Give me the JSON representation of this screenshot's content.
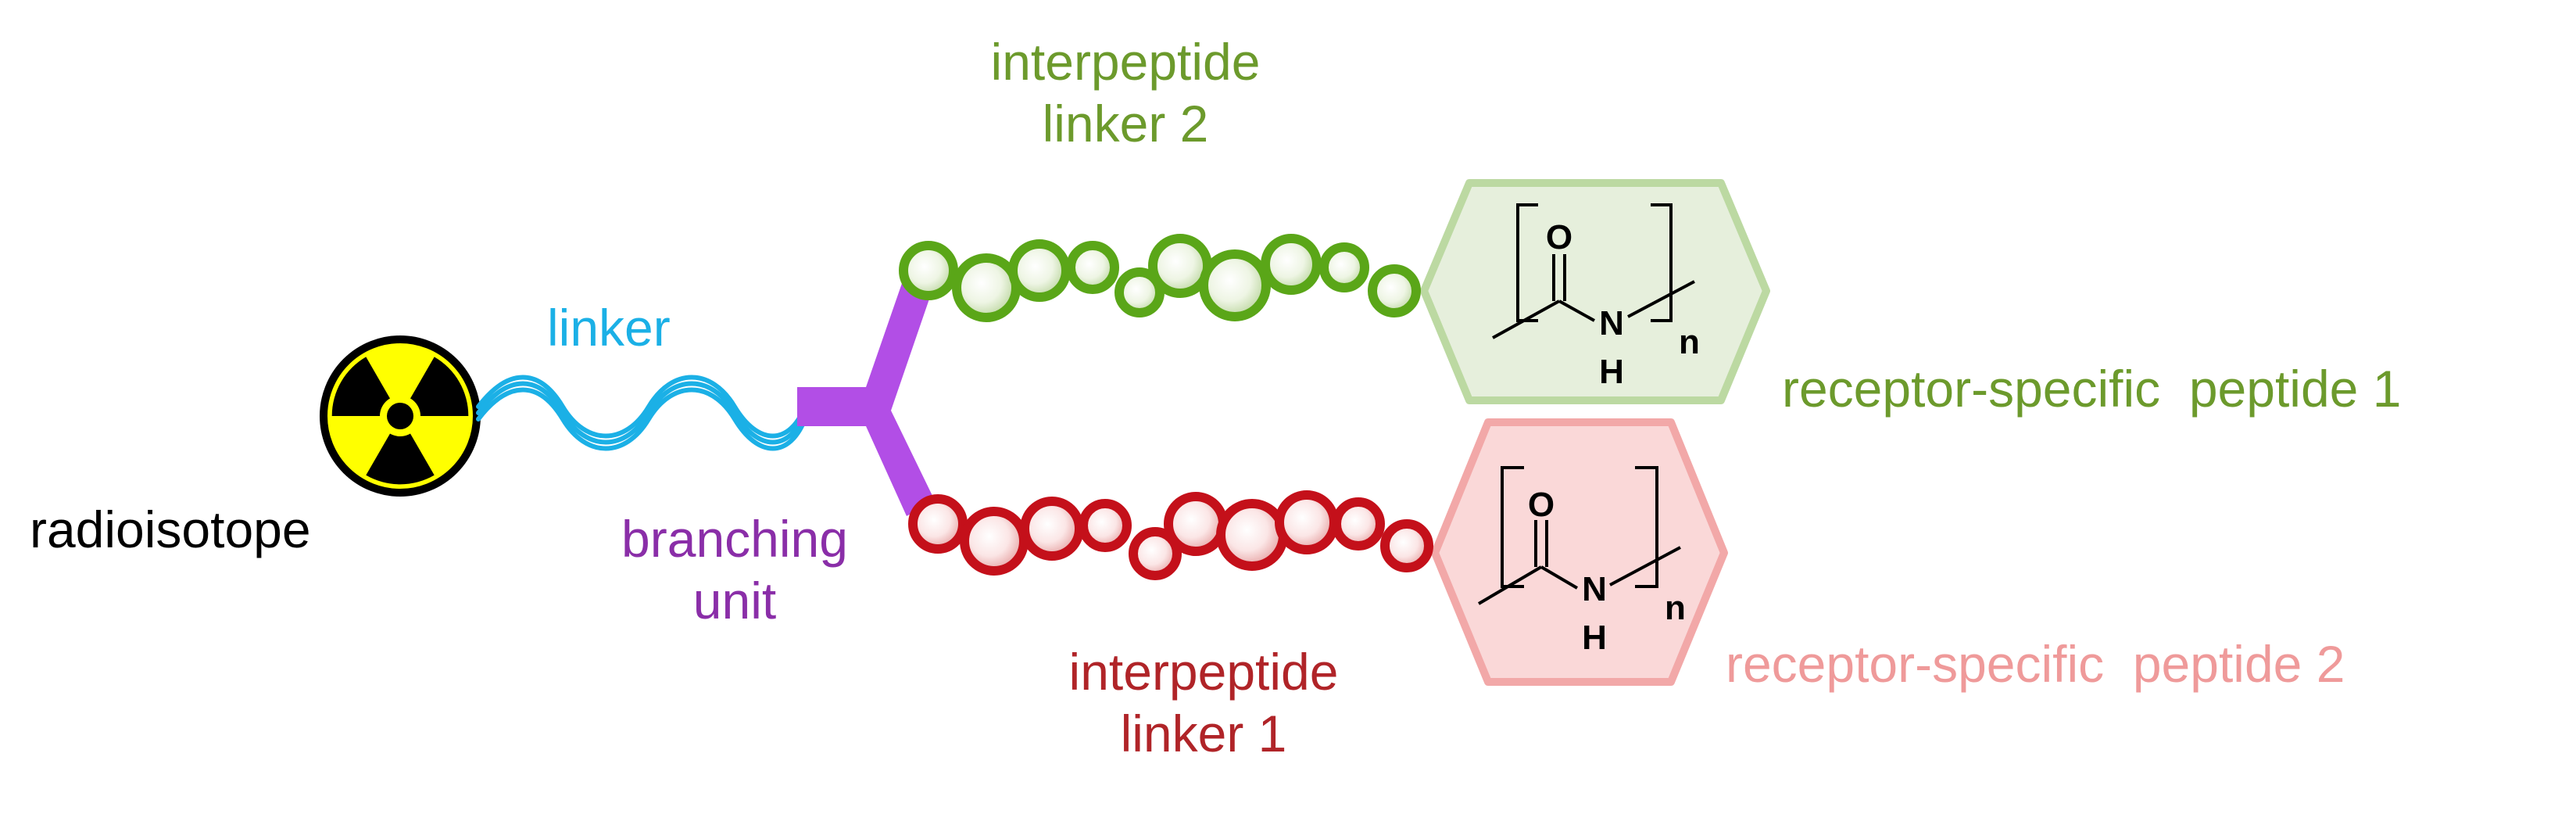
{
  "labels": {
    "radioisotope": "radioisotope",
    "linker": "linker",
    "branching_unit": [
      "branching",
      "unit"
    ],
    "interpeptide_linker_2": [
      "interpeptide",
      "linker 2"
    ],
    "interpeptide_linker_1": [
      "interpeptide",
      "linker 1"
    ],
    "peptide_1": "receptor-specific  peptide 1",
    "peptide_2": "receptor-specific  peptide 2"
  },
  "chem": {
    "oxygen": "O",
    "nitrogen": "N",
    "hydrogen": "H",
    "repeat": "n"
  },
  "colors": {
    "radioisotope": "#000000",
    "trefoil_fill": "#ffff00",
    "linker": "#1bb0e6",
    "branching_unit": "#b24ee6",
    "branching_text": "#8a2ea8",
    "green": "#6c9a2c",
    "green_bead": "#5aa618",
    "green_hex_fill": "#e6efdc",
    "green_hex_stroke": "#bcd9a2",
    "red": "#b02428",
    "red_bead": "#c4101a",
    "pink_hex_fill": "#fad8d8",
    "pink_hex_stroke": "#f2a8a8",
    "pink_text": "#ef9a9a"
  },
  "icons": {
    "radioisotope": "radiation-trefoil-icon"
  }
}
